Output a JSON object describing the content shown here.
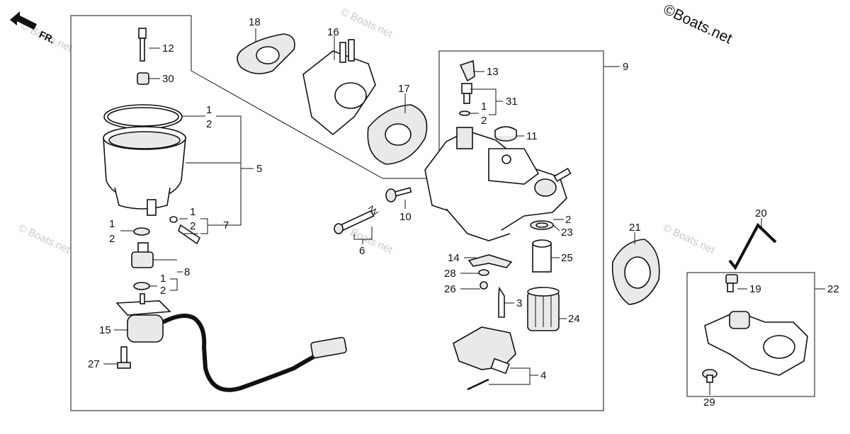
{
  "diagram": {
    "copyright": "©Boats.net",
    "watermark": "© Boats.net",
    "direction_label": "FR.",
    "callouts": {
      "c1a": "1",
      "c2a": "2",
      "c5": "5",
      "c12": "12",
      "c30": "30",
      "c18": "18",
      "c16": "16",
      "c17": "17",
      "c9": "9",
      "c13": "13",
      "c31": "31",
      "c1b": "1",
      "c2b": "2",
      "c11": "11",
      "c1c": "1",
      "c2c": "2",
      "c7": "7",
      "c1d": "1",
      "c2d": "2",
      "c8": "8",
      "c1e": "1",
      "c2e": "2",
      "c15": "15",
      "c27": "27",
      "c10": "10",
      "c6": "6",
      "c2f": "2",
      "c23": "23",
      "c14": "14",
      "c25": "25",
      "c28": "28",
      "c26": "26",
      "c3": "3",
      "c24": "24",
      "c4": "4",
      "c21": "21",
      "c20": "20",
      "c19": "19",
      "c22": "22",
      "c29": "29"
    }
  }
}
